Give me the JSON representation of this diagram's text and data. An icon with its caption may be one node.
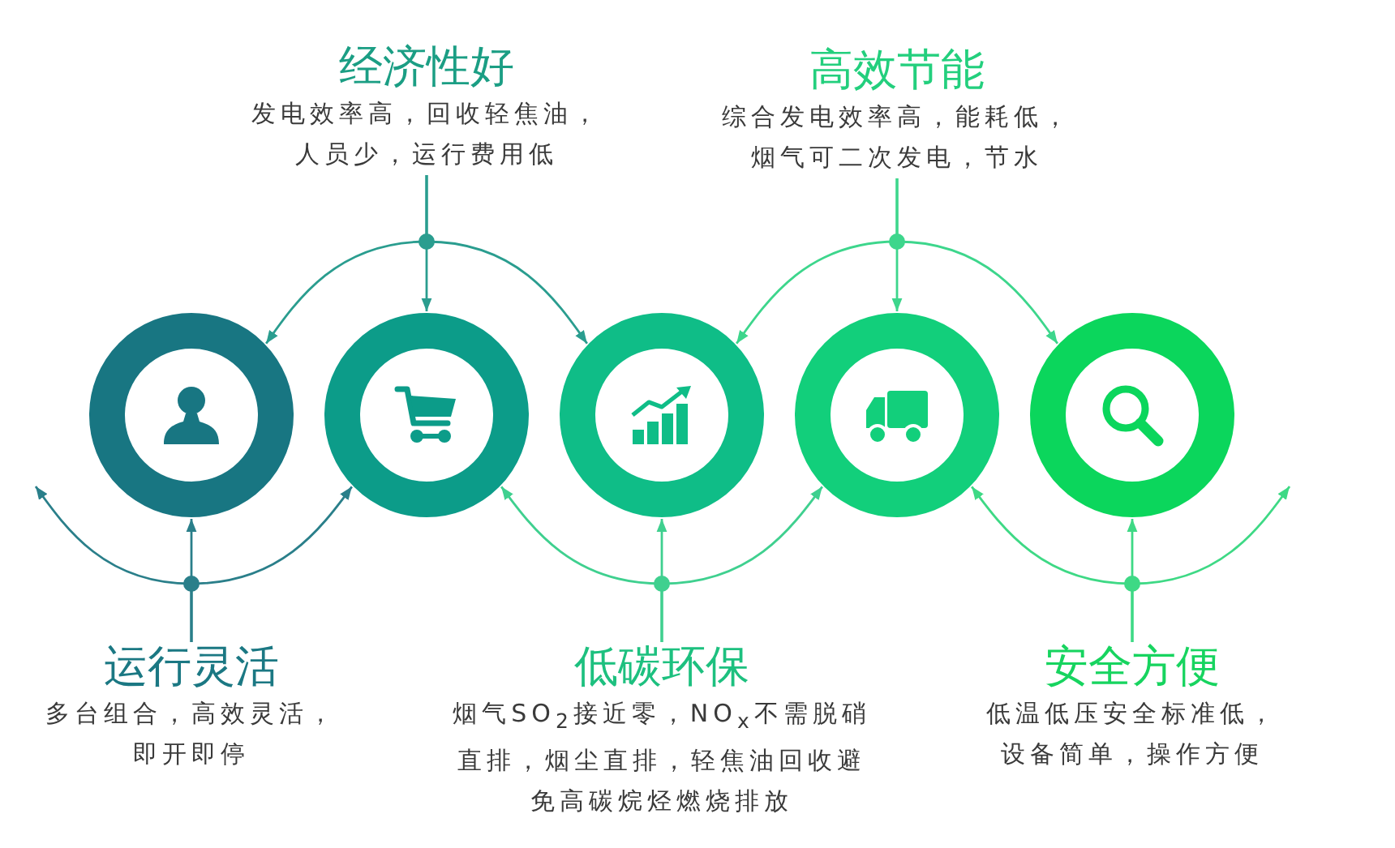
{
  "diagram": {
    "nodes": [
      {
        "text": [
          "经济性好",
          "发电效率高，回收轻焦油，人员少，运行费用低"
        ]
      },
      {
        "text": [
          "高效节能",
          "综合发电效率高，能耗低，烟气可二次发电，节水"
        ]
      },
      {
        "text": [],
        "shape": "circle"
      },
      {
        "text": [],
        "shape": "circle"
      },
      {
        "text": [],
        "shape": "circle"
      },
      {
        "text": [],
        "shape": "circle"
      },
      {
        "text": [],
        "shape": "circle"
      },
      {
        "text": [
          "运行灵活",
          "多台组合，高效灵活，即开即停"
        ]
      },
      {
        "text": [
          "低碳环保",
          "烟气SO$_{2}$接近零，NO$_{x}$不需脱硝直排，烟尘直排，轻焦油回收避免高碳烷烃燃烧排放"
        ]
      },
      {
        "text": [
          "安全方便",
          "低温低压安全标准低，设备简单，操作方便"
        ]
      }
    ],
    "edges": [
      {
        "from": 0,
        "to": 2,
        "arrow": "to",
        "color": "#2a9d8f"
      },
      {
        "from": 0,
        "to": 3,
        "arrow": "to",
        "color": "#2a9d8f"
      },
      {
        "from": 0,
        "to": 4,
        "arrow": "to",
        "color": "#2a9d8f"
      },
      {
        "from": 1,
        "to": 4,
        "arrow": "to",
        "color": "#3dd68c"
      },
      {
        "from": 1,
        "to": 5,
        "arrow": "to",
        "color": "#3dd68c"
      },
      {
        "from": 1,
        "to": 6,
        "arrow": "to",
        "color": "#3dd68c"
      },
      {
        "from": 7,
        "to": null,
        "arrow": "to",
        "color": "#2a7f8a"
      },
      {
        "from": 7,
        "to": 2,
        "arrow": "to",
        "color": "#2a7f8a"
      },
      {
        "from": 7,
        "to": 3,
        "arrow": "to",
        "color": "#2a7f8a"
      },
      {
        "from": 8,
        "to": 3,
        "arrow": "to",
        "color": "#3fd08f"
      },
      {
        "from": 8,
        "to": 4,
        "arrow": "to",
        "color": "#3fd08f"
      },
      {
        "from": 8,
        "to": 5,
        "arrow": "to",
        "color": "#3fd08f"
      },
      {
        "from": 9,
        "to": 5,
        "arrow": "to",
        "color": "#3ed985"
      },
      {
        "from": 9,
        "to": 6,
        "arrow": "to",
        "color": "#3ed985"
      },
      {
        "from": 9,
        "to": null,
        "arrow": "to",
        "color": "#3ed985"
      }
    ]
  }
}
